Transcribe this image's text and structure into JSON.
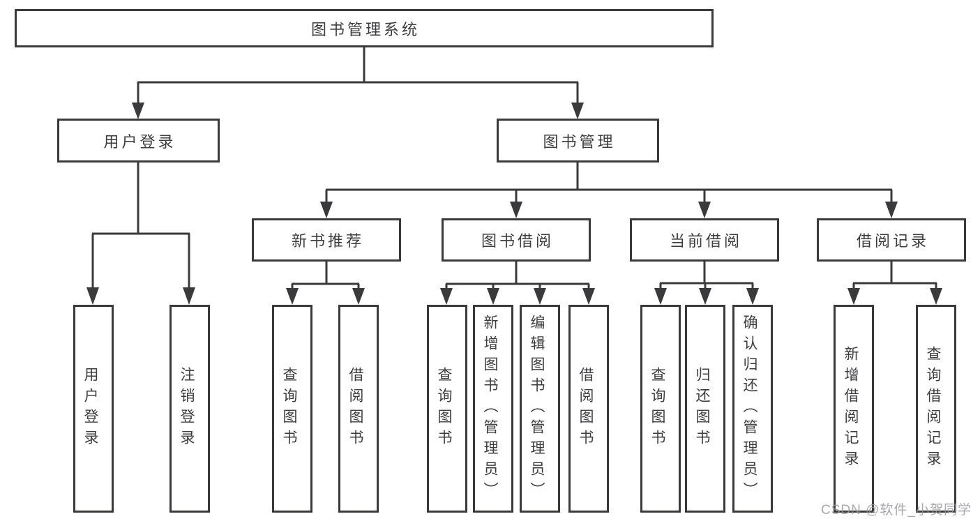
{
  "colors": {
    "line": "#3a3a3c",
    "text": "#3d3d3f",
    "watermark": "#9a9aa0",
    "background": "#ffffff"
  },
  "watermark": "CSDN @软件_小贺同学",
  "tree": {
    "root": {
      "label": "图书管理系统",
      "children": [
        {
          "label": "用户登录",
          "children": [
            {
              "label": "用户登录"
            },
            {
              "label": "注销登录"
            }
          ]
        },
        {
          "label": "图书管理",
          "children": [
            {
              "label": "新书推荐",
              "children": [
                {
                  "label": "查询图书"
                },
                {
                  "label": "借阅图书"
                }
              ]
            },
            {
              "label": "图书借阅",
              "children": [
                {
                  "label": "查询图书"
                },
                {
                  "label": "新增图书（管理员）"
                },
                {
                  "label": "编辑图书（管理员）"
                },
                {
                  "label": "借阅图书"
                }
              ]
            },
            {
              "label": "当前借阅",
              "children": [
                {
                  "label": "查询图书"
                },
                {
                  "label": "归还图书"
                },
                {
                  "label": "确认归还（管理员）"
                }
              ]
            },
            {
              "label": "借阅记录",
              "children": [
                {
                  "label": "新增借阅记录"
                },
                {
                  "label": "查询借阅记录"
                }
              ]
            }
          ]
        }
      ]
    }
  }
}
